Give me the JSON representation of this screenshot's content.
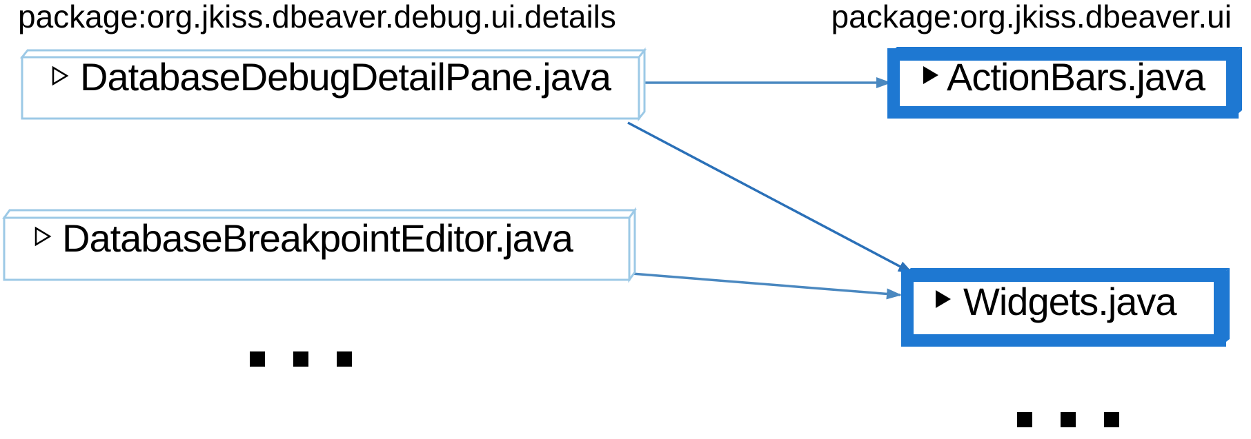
{
  "packages": {
    "left": "package:org.jkiss.dbeaver.debug.ui.details",
    "right": "package:org.jkiss.dbeaver.ui"
  },
  "source_classes": [
    {
      "label": "DatabaseDebugDetailPane.java",
      "marker": "open-triangle"
    },
    {
      "label": "DatabaseBreakpointEditor.java",
      "marker": "open-triangle"
    }
  ],
  "target_classes": [
    {
      "label": "ActionBars.java",
      "marker": "solid-triangle"
    },
    {
      "label": "Widgets.java",
      "marker": "solid-triangle"
    }
  ],
  "edges": [
    {
      "from": "DatabaseDebugDetailPane.java",
      "to": "ActionBars.java",
      "color": "#4a88c0"
    },
    {
      "from": "DatabaseDebugDetailPane.java",
      "to": "Widgets.java",
      "color": "#2a70b8"
    },
    {
      "from": "DatabaseBreakpointEditor.java",
      "to": "Widgets.java",
      "color": "#4a88c0"
    }
  ],
  "colors": {
    "source_border": "#9cc9e6",
    "target_border": "#1e78d2"
  }
}
